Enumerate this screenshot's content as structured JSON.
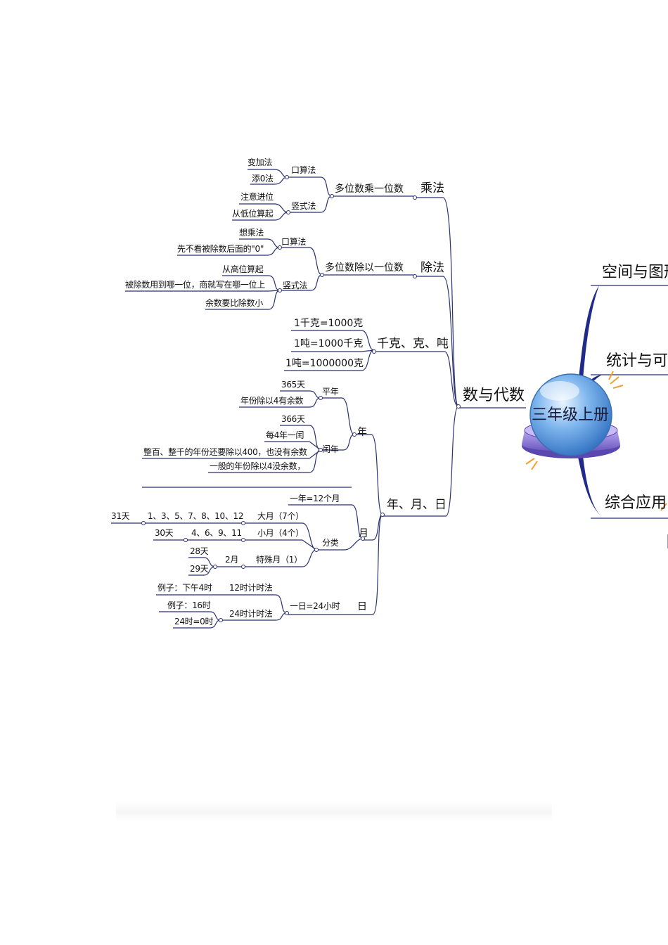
{
  "center": {
    "label": "三年级上册"
  },
  "main_branches": {
    "algebra": "数与代数",
    "space": "空间与图形",
    "stats": "统计与可能性",
    "applied": "综合应用"
  },
  "mult": {
    "label": "乘法",
    "topic": "多位数乘一位数",
    "oral": "口算法",
    "oral_items": [
      "变加法",
      "添0法"
    ],
    "vertical": "竖式法",
    "vertical_items": [
      "注意进位",
      "从低位算起"
    ]
  },
  "div": {
    "label": "除法",
    "topic": "多位数除以一位数",
    "oral": "口算法",
    "oral_items": [
      "想乘法",
      "先不看被除数后面的\"0\""
    ],
    "vertical": "竖式法",
    "vertical_items": [
      "从高位算起",
      "被除数用到哪一位，商就写在哪一位上",
      "余数要比除数小"
    ]
  },
  "mass": {
    "label": "千克、克、吨",
    "items": [
      "1千克=1000克",
      "1吨=1000千克",
      "1吨=1000000克"
    ]
  },
  "time": {
    "label": "年、月、日",
    "year": {
      "label": "年",
      "common": "平年",
      "common_items": [
        "365天",
        "年份除以4有余数"
      ],
      "leap": "闰年",
      "leap_items": [
        "366天",
        "每4年一闰",
        "整百、整千的年份还要除以400，也没有余数",
        "一般的年份除以4没余数，"
      ]
    },
    "month": {
      "label": "月",
      "count": "一年=12个月",
      "classify": "分类",
      "big": "大月（7个）",
      "big_list": "1、3、5、7、8、10、12",
      "big_days": "31天",
      "small": "小月（4个）",
      "small_list": "4、6、9、11",
      "small_days": "30天",
      "special": "特殊月（1）",
      "feb": "2月",
      "feb_days": [
        "28天",
        "29天"
      ]
    },
    "day": {
      "label": "日",
      "hours": "一日=24小时",
      "h12": "12时计时法",
      "h12_example": "例子：下午4时",
      "h24": "24时计时法",
      "h24_items": [
        "例子：16时",
        "24时=0时"
      ]
    }
  },
  "colors": {
    "line": "#2b3270",
    "accent": "#1f2a8a",
    "globe": "#6fa8e8",
    "base": "#8c7ad6"
  }
}
